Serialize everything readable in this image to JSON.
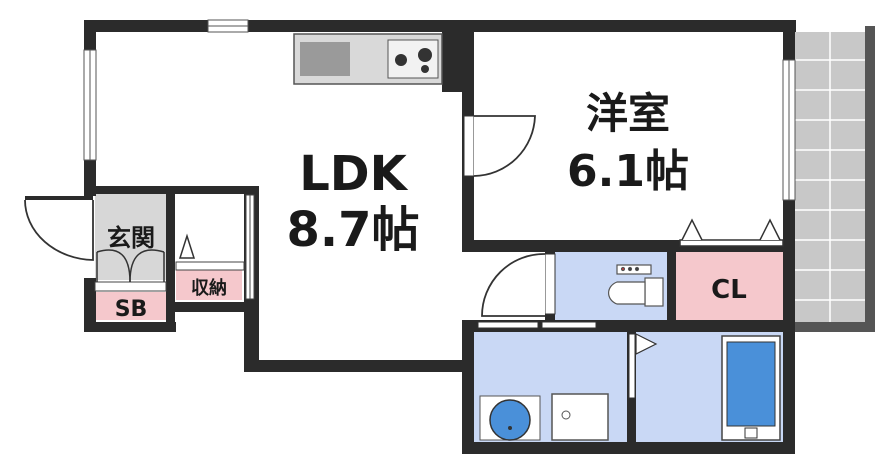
{
  "rooms": {
    "ldk": {
      "name": "LDK",
      "size": "8.7帖"
    },
    "bedroom": {
      "name": "洋室",
      "size": "6.1帖"
    },
    "entrance": {
      "name": "玄関"
    },
    "shoe_box": {
      "name": "SB"
    },
    "storage": {
      "name": "収納"
    },
    "closet": {
      "name": "CL"
    }
  },
  "colors": {
    "wall": "#2b2b2b",
    "wet_area": "#c9d8f5",
    "closet_fill": "#f5c8cc",
    "entrance_floor": "#d7d7d7",
    "balcony": "#c8c8c8",
    "bath_water": "#4a90d9"
  },
  "icons": [
    "stove-icon",
    "sink-icon",
    "toilet-icon",
    "washbasin-icon",
    "washer-pan-icon",
    "bathtub-icon",
    "door-swing-icon",
    "window-icon"
  ]
}
